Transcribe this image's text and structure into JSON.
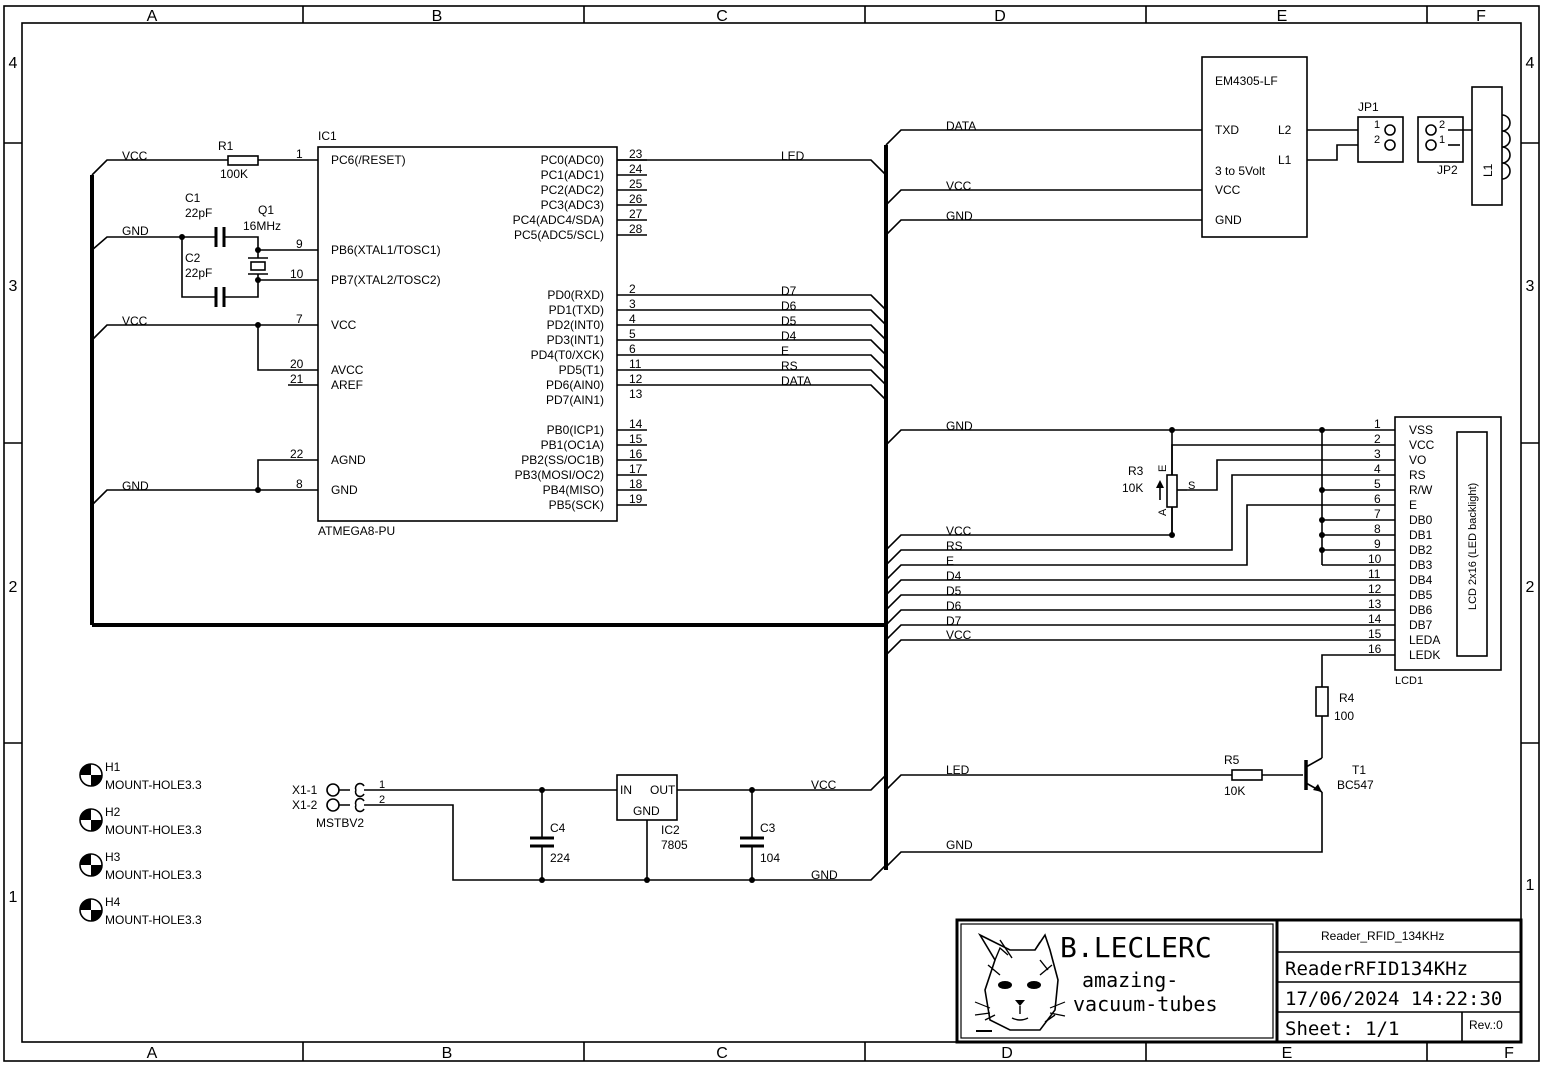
{
  "frame": {
    "columns": [
      "A",
      "B",
      "C",
      "D",
      "E",
      "F"
    ],
    "rows": [
      "4",
      "3",
      "2",
      "1"
    ]
  },
  "ic1": {
    "ref": "IC1",
    "part": "ATMEGA8-PU",
    "left_pins": [
      {
        "num": "1",
        "name": "PC6(/RESET)"
      },
      {
        "num": "9",
        "name": "PB6(XTAL1/TOSC1)"
      },
      {
        "num": "10",
        "name": "PB7(XTAL2/TOSC2)"
      },
      {
        "num": "7",
        "name": "VCC"
      },
      {
        "num": "20",
        "name": "AVCC"
      },
      {
        "num": "21",
        "name": "AREF"
      },
      {
        "num": "22",
        "name": "AGND"
      },
      {
        "num": "8",
        "name": "GND"
      }
    ],
    "right_pins": [
      {
        "num": "23",
        "name": "PC0(ADC0)"
      },
      {
        "num": "24",
        "name": "PC1(ADC1)"
      },
      {
        "num": "25",
        "name": "PC2(ADC2)"
      },
      {
        "num": "26",
        "name": "PC3(ADC3)"
      },
      {
        "num": "27",
        "name": "PC4(ADC4/SDA)"
      },
      {
        "num": "28",
        "name": "PC5(ADC5/SCL)"
      },
      {
        "num": "2",
        "name": "PD0(RXD)"
      },
      {
        "num": "3",
        "name": "PD1(TXD)"
      },
      {
        "num": "4",
        "name": "PD2(INT0)"
      },
      {
        "num": "5",
        "name": "PD3(INT1)"
      },
      {
        "num": "6",
        "name": "PD4(T0/XCK)"
      },
      {
        "num": "11",
        "name": "PD5(T1)"
      },
      {
        "num": "12",
        "name": "PD6(AIN0)"
      },
      {
        "num": "13",
        "name": "PD7(AIN1)"
      },
      {
        "num": "14",
        "name": "PB0(ICP1)"
      },
      {
        "num": "15",
        "name": "PB1(OC1A)"
      },
      {
        "num": "16",
        "name": "PB2(SS/OC1B)"
      },
      {
        "num": "17",
        "name": "PB3(MOSI/OC2)"
      },
      {
        "num": "18",
        "name": "PB4(MISO)"
      },
      {
        "num": "19",
        "name": "PB5(SCK)"
      }
    ]
  },
  "nets": {
    "vcc": "VCC",
    "gnd": "GND",
    "led": "LED",
    "data": "DATA",
    "rs": "RS",
    "e": "E",
    "d4": "D4",
    "d5": "D5",
    "d6": "D6",
    "d7": "D7"
  },
  "r1": {
    "ref": "R1",
    "value": "100K"
  },
  "c1": {
    "ref": "C1",
    "value": "22pF"
  },
  "c2": {
    "ref": "C2",
    "value": "22pF"
  },
  "q1": {
    "ref": "Q1",
    "value": "16MHz"
  },
  "em": {
    "name": "EM4305-LF",
    "txd": "TXD",
    "vcc": "VCC",
    "gnd": "GND",
    "l1": "L1",
    "l2": "L2",
    "note": "3  to 5Volt"
  },
  "jp1": {
    "ref": "JP1",
    "p1": "1",
    "p2": "2"
  },
  "jp2": {
    "ref": "JP2",
    "p1": "2",
    "p2": "1"
  },
  "l1": {
    "ref": "L1"
  },
  "r3": {
    "ref": "R3",
    "value": "10K",
    "a": "A",
    "e": "E",
    "s": "S"
  },
  "lcd": {
    "ref": "LCD1",
    "inner": "LCD 2x16 (LED backlight)",
    "pins": [
      {
        "num": "1",
        "name": "VSS"
      },
      {
        "num": "2",
        "name": "VCC"
      },
      {
        "num": "3",
        "name": "VO"
      },
      {
        "num": "4",
        "name": "RS"
      },
      {
        "num": "5",
        "name": "R/W"
      },
      {
        "num": "6",
        "name": "E"
      },
      {
        "num": "7",
        "name": "DB0"
      },
      {
        "num": "8",
        "name": "DB1"
      },
      {
        "num": "9",
        "name": "DB2"
      },
      {
        "num": "10",
        "name": "DB3"
      },
      {
        "num": "11",
        "name": "DB4"
      },
      {
        "num": "12",
        "name": "DB5"
      },
      {
        "num": "13",
        "name": "DB6"
      },
      {
        "num": "14",
        "name": "DB7"
      },
      {
        "num": "15",
        "name": "LEDA"
      },
      {
        "num": "16",
        "name": "LEDK"
      }
    ]
  },
  "r4": {
    "ref": "R4",
    "value": "100"
  },
  "r5": {
    "ref": "R5",
    "value": "10K"
  },
  "t1": {
    "ref": "T1",
    "value": "BC547"
  },
  "x1": {
    "ref1": "X1-1",
    "ref2": "X1-2",
    "p1": "1",
    "p2": "2",
    "part": "MSTBV2"
  },
  "ic2": {
    "ref": "IC2",
    "value": "7805",
    "in": "IN",
    "out": "OUT",
    "gnd": "GND"
  },
  "c4": {
    "ref": "C4",
    "value": "224"
  },
  "c3": {
    "ref": "C3",
    "value": "104"
  },
  "holes": [
    {
      "ref": "H1",
      "part": "MOUNT-HOLE3.3"
    },
    {
      "ref": "H2",
      "part": "MOUNT-HOLE3.3"
    },
    {
      "ref": "H3",
      "part": "MOUNT-HOLE3.3"
    },
    {
      "ref": "H4",
      "part": "MOUNT-HOLE3.3"
    }
  ],
  "title_block": {
    "author": "B.LECLERC",
    "tag1": "amazing-",
    "tag2": "vacuum-tubes",
    "project": "Reader_RFID_134KHz",
    "title": "ReaderRFID134KHz",
    "date": "17/06/2024 14:22:30",
    "sheet": "Sheet: 1/1",
    "rev": "Rev.:0",
    "logo": "cat-logo"
  }
}
